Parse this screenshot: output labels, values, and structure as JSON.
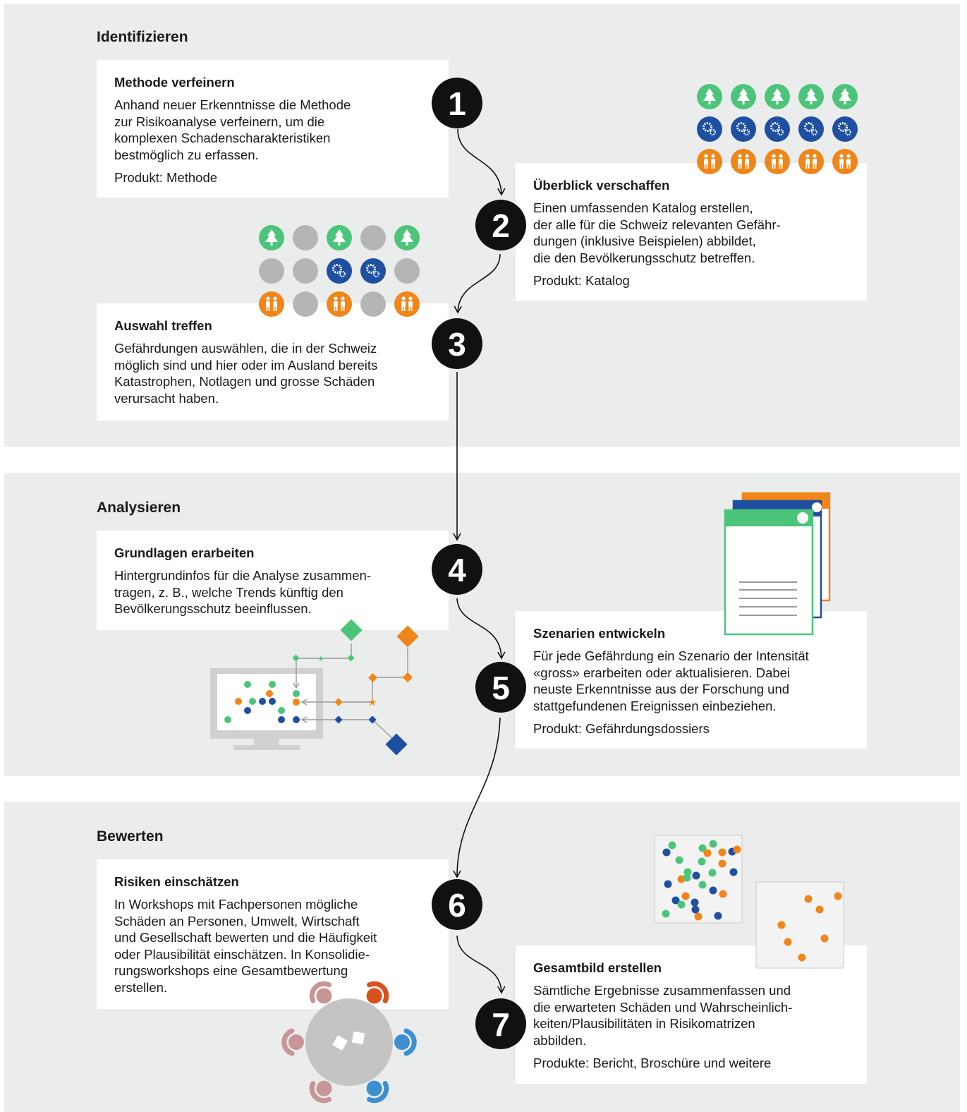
{
  "sections": [
    {
      "title": "Identifizieren"
    },
    {
      "title": "Analysieren"
    },
    {
      "title": "Bewerten"
    }
  ],
  "steps": [
    {
      "number": "1",
      "title": "Methode verfeinern",
      "text": "Anhand neuer Erkenntnisse die Methode\nzur Risikoanalyse verfeinern, um die\nkomplexen Schadenscharakteristiken\nbestmöglich zu erfassen.",
      "product": "Produkt: Methode"
    },
    {
      "number": "2",
      "title": "Überblick verschaffen",
      "text": "Einen umfassenden Katalog erstellen,\nder alle für die Schweiz relevanten Gefähr-\ndungen (inklusive Beispielen) abbildet,\ndie den Bevölkerungsschutz betreffen.",
      "product": "Produkt: Katalog"
    },
    {
      "number": "3",
      "title": "Auswahl treffen",
      "text": "Gefährdungen auswählen, die in der Schweiz\nmöglich sind und hier oder im Ausland bereits\nKatastrophen, Notlagen und grosse Schäden\nverursacht haben.",
      "product": ""
    },
    {
      "number": "4",
      "title": "Grundlagen erarbeiten",
      "text": "Hintergrundinfos für die Analyse zusammen-\ntragen, z. B., welche Trends künftig den\nBevölkerungsschutz beeinflussen.",
      "product": ""
    },
    {
      "number": "5",
      "title": "Szenarien entwickeln",
      "text": "Für jede Gefährdung ein Szenario der Intensität\n«gross» erarbeiten oder aktualisieren. Dabei\nneuste Erkenntnisse aus der Forschung und\nstattgefundenen Ereignissen einbeziehen.",
      "product": "Produkt: Gefährdungsdossiers"
    },
    {
      "number": "6",
      "title": "Risiken einschätzen",
      "text": "In Workshops mit Fachpersonen mögliche\nSchäden an Personen, Umwelt, Wirtschaft\nund Gesellschaft bewerten und die Häufigkeit\noder Plausibilität einschätzen. In Konsolidie-\nrungsworkshops eine Gesamtbewertung\nerstellen.",
      "product": ""
    },
    {
      "number": "7",
      "title": "Gesamtbild erstellen",
      "text": "Sämtliche Ergebnisse zusammenfassen und\ndie erwarteten Schäden und Wahrscheinlich-\nkeiten/Plausibilitäten in Risikomatrizen\nabbilden.",
      "product": "Produkte: Bericht, Broschüre und weitere"
    }
  ],
  "colors": {
    "background_band": "#ebecec",
    "card": "#ffffff",
    "step_circle": "#111111",
    "green": "#4cc47a",
    "blue": "#1f4fa0",
    "orange": "#f08519",
    "grey": "#b5b5b5",
    "person_pink": "#c79596",
    "person_red": "#d9501c",
    "person_blue": "#3d8fd2"
  },
  "icons": {
    "catalog_rows": [
      "tree-icon",
      "gears-icon",
      "people-icon"
    ],
    "selection_grid": [
      [
        "tree-icon",
        "empty",
        "tree-icon",
        "empty",
        "tree-icon"
      ],
      [
        "empty",
        "empty",
        "gears-icon",
        "gears-icon",
        "empty"
      ],
      [
        "people-icon",
        "empty",
        "people-icon",
        "empty",
        "people-icon"
      ]
    ]
  }
}
